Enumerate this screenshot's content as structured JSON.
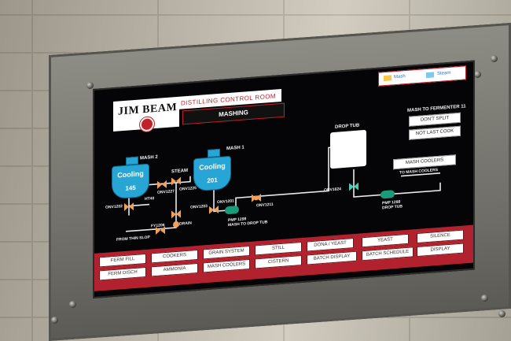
{
  "header": {
    "logo_text": "JIM BEAM",
    "title": "DISTILLING CONTROL ROOM",
    "mode": "MASHING"
  },
  "legend": {
    "items": [
      {
        "label": "Mash",
        "color": "#f4c84a"
      },
      {
        "label": "Steam",
        "color": "#7ec8f0"
      }
    ]
  },
  "tanks": {
    "mash2": {
      "label": "MASH 2",
      "status": "Cooling",
      "value": "145"
    },
    "mash1": {
      "label": "MASH 1",
      "status": "Cooling",
      "value": "201"
    },
    "drop_tub": {
      "label": "DROP TUB"
    }
  },
  "process_labels": {
    "steam": "STEAM",
    "onv1202": "ONV1202",
    "ht40": "HT40",
    "onv1227": "ONV1227",
    "onv1225": "ONV1225",
    "onv1203": "ONV1203",
    "onv1201": "ONV1201",
    "fy1206": "FY1206",
    "drain": "DRAIN",
    "from_thin_slop": "FROM THIN SLOP",
    "onv1211": "ONV1211",
    "onv1624": "ONV1624",
    "pmp1299": "PMP 1299",
    "mash_to_drop_tub": "MASH TO DROP TUB",
    "pmp1288": "PMP 1288",
    "drop_tub_small": "DROP TUB",
    "to_mash_coolers": "TO MASH COOLERS"
  },
  "right_panel": {
    "mash_to_fermenter": "MASH TO FERMENTER 11",
    "dont_split": "DON'T SPLIT",
    "not_last_cook": "NOT LAST COOK",
    "mash_coolers": "MASH COOLERS"
  },
  "bottom_nav": {
    "row1": [
      "FERM FILL",
      "COOKERS",
      "GRAIN SYSTEM",
      "STILL",
      "DONA / YEAST",
      "YEAST",
      "SILENCE"
    ],
    "row2": [
      "FERM DISCH",
      "AMMONIA",
      "MASH COOLERS",
      "CISTERN",
      "BATCH DISPLAY",
      "BATCH SCHEDULE",
      "DISPLAY"
    ]
  }
}
